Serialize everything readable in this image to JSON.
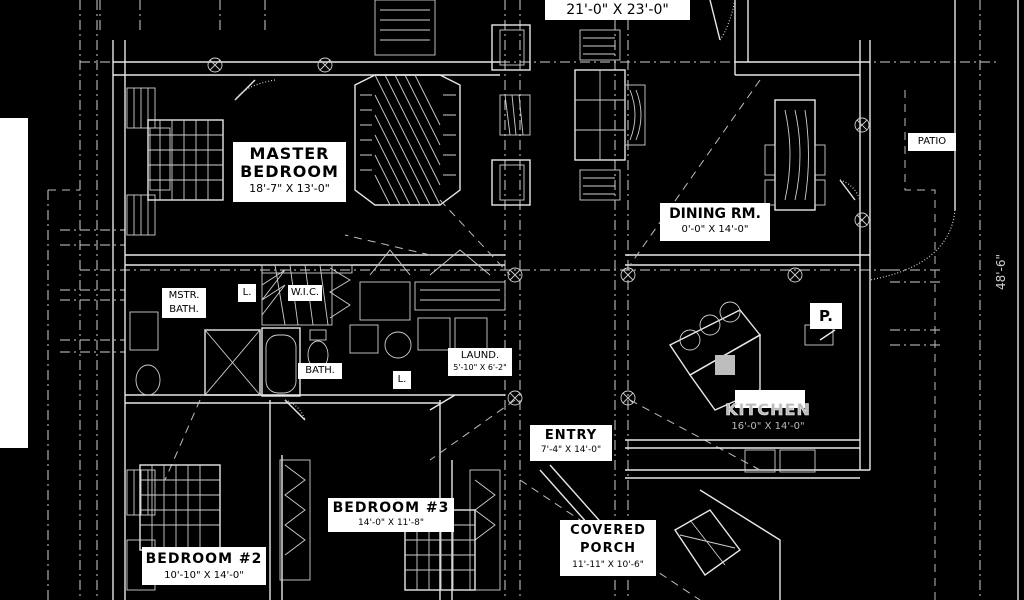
{
  "plan": {
    "title": "Floor plan",
    "overall_dimension": "48'-6\"",
    "rooms": {
      "great_room": {
        "dims": "21'-0\" X 23'-0\""
      },
      "master_bedroom": {
        "name_line1": "MASTER",
        "name_line2": "BEDROOM",
        "dims": "18'-7\" X 13'-0\""
      },
      "dining": {
        "name": "DINING RM.",
        "dims": "0'-0\" X 14'-0\""
      },
      "patio": {
        "name": "PATIO"
      },
      "mstr_bath": {
        "name_line1": "MSTR.",
        "name_line2": "BATH."
      },
      "linen_1": {
        "name": "L."
      },
      "wic": {
        "name": "W.I.C."
      },
      "bath": {
        "name": "BATH."
      },
      "laundry": {
        "name": "LAUND.",
        "dims": "5'-10\" X 6'-2\""
      },
      "linen_2": {
        "name": "L."
      },
      "pantry": {
        "name": "P."
      },
      "kitchen": {
        "name": "KITCHEN",
        "dims": "16'-0\" X 14'-0\""
      },
      "entry": {
        "name": "ENTRY",
        "dims": "7'-4\" X 14'-0\""
      },
      "bedroom_3": {
        "name": "BEDROOM #3",
        "dims": "14'-0\" X 11'-8\""
      },
      "covered_porch": {
        "name_line1": "COVERED",
        "name_line2": "PORCH",
        "dims": "11'-11\" X 10'-6\""
      },
      "bedroom_2": {
        "name": "BEDROOM #2",
        "dims": "10'-10\" X 14'-0\""
      }
    },
    "colors": {
      "background": "#000000",
      "lines": "#e8e8e8",
      "label_bg": "#ffffff",
      "label_text": "#000000"
    }
  }
}
